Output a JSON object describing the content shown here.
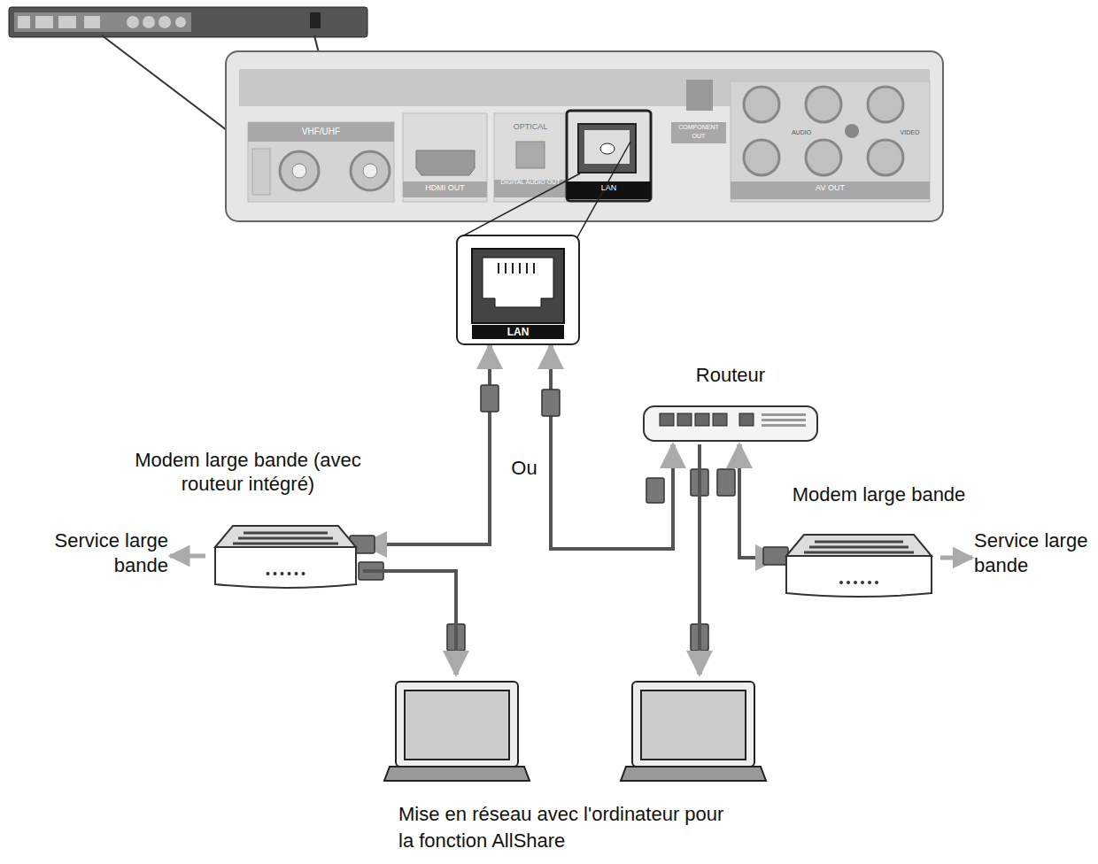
{
  "diagram": {
    "caption": "Mise en réseau avec l'ordinateur pour la fonction AllShare",
    "nodes": [
      {
        "text": [
          "LAN"
        ]
      },
      {
        "text": [
          "Modem large bande (avec routeur intégré)"
        ]
      },
      {
        "text": [
          "Routeur"
        ]
      },
      {
        "text": [
          "Modem large bande"
        ]
      }
    ],
    "edges": [
      {
        "from": 1,
        "to": 0,
        "arrow": "both"
      },
      {
        "from": 2,
        "to": 0,
        "arrow": "both"
      },
      {
        "from": 2,
        "to": 3,
        "arrow": "both"
      }
    ],
    "labels": [
      "Ou",
      "Service large bande",
      "Service large bande",
      "VHF/UHF",
      "HDMI OUT",
      "OPTICAL",
      "DIGITAL AUDIO OUT",
      "LAN",
      "COMPONENT OUT",
      "AUDIO",
      "VIDEO",
      "AV OUT"
    ]
  }
}
